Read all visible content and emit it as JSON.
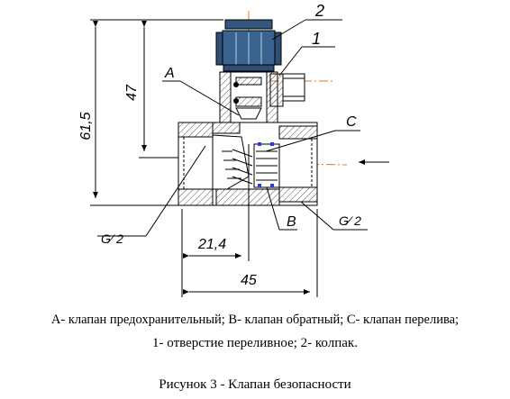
{
  "labels": {
    "num2": "2",
    "num1": "1",
    "a": "A",
    "b": "B",
    "c": "C",
    "g_left": "G⁄ 2",
    "g_right": "G⁄ 2"
  },
  "dimensions": {
    "overall_height": "61,5",
    "upper_height": "47",
    "offset": "21,4",
    "length": "45"
  },
  "caption": {
    "legend_line1": "A- клапан предохранительный; B- клапан обратный; C- клапан перелива;",
    "legend_line2": "1- отверстие переливное; 2- колпак.",
    "figure_title": "Рисунок 3 - Клапан безопасности"
  },
  "colors": {
    "line": "#000000",
    "axis": "#e8781a",
    "hatch": "#555555",
    "part_blue": "#2b3fd6"
  }
}
